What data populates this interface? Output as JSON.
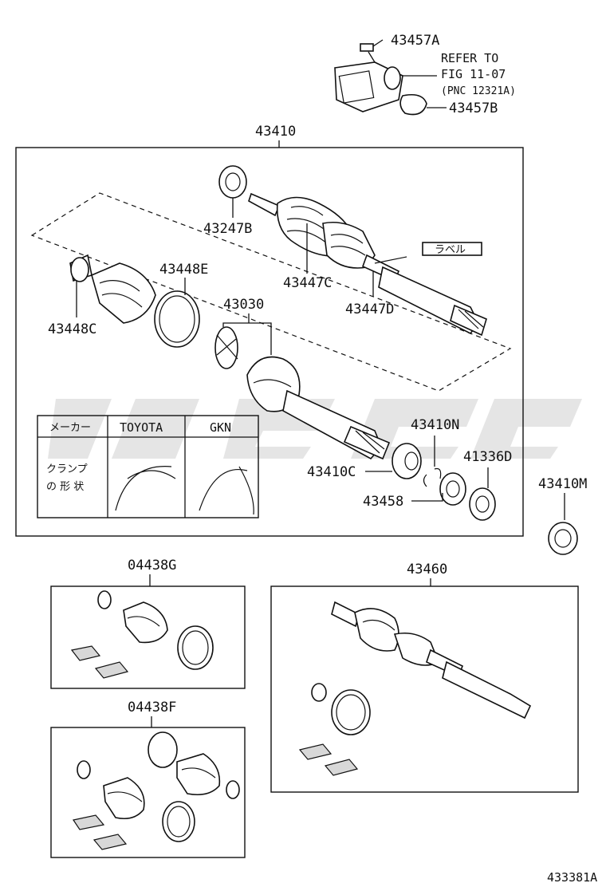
{
  "labels": {
    "p43457A": "43457A",
    "refer1": "REFER TO",
    "refer2": "FIG 11-07",
    "refer3": "(PNC 12321A)",
    "p43457B": "43457B",
    "p43410": "43410",
    "p43247B": "43247B",
    "label_tag": "ラベル",
    "p43448E": "43448E",
    "p43447C": "43447C",
    "p43447D": "43447D",
    "p43448C": "43448C",
    "p43030": "43030",
    "p43410N": "43410N",
    "p41336D": "41336D",
    "p43410C": "43410C",
    "p43458": "43458",
    "p43410M": "43410M",
    "p04438G": "04438G",
    "p04438F": "04438F",
    "p43460": "43460",
    "diagram_id": "433381A"
  },
  "clamp_table": {
    "header_maker": "メーカー",
    "header_toyota": "TOYOTA",
    "header_gkn": "GKN",
    "row_label_1": "クランプ",
    "row_label_2": "の 形 状"
  },
  "watermark_color": "#cfcfcf"
}
